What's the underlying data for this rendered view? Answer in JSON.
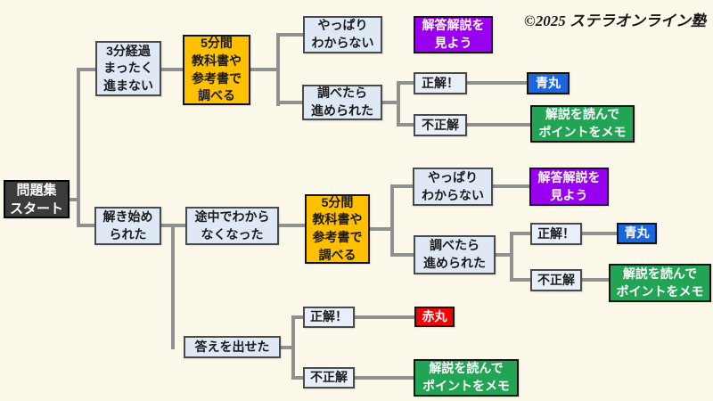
{
  "diagram": {
    "copyright": "©2025 ステラオンライン塾",
    "nodes": {
      "start": {
        "label": "問題集\nスタート"
      },
      "min3": {
        "label": "3分経過\nまったく\n進まない"
      },
      "lookup1": {
        "label": "5分間\n教科書や\n参考書で\n調べる"
      },
      "still1": {
        "label": "やっぱり\nわからない"
      },
      "seeanswer1": {
        "label": "解答解説を\n見よう"
      },
      "progress1": {
        "label": "調べたら\n進められた"
      },
      "correct1": {
        "label": "正解！"
      },
      "bluecircle1": {
        "label": "青丸"
      },
      "incorrect1": {
        "label": "不正解"
      },
      "memo1": {
        "label": "解説を読んで\nポイントをメモ"
      },
      "started": {
        "label": "解き始め\nられた"
      },
      "stuck": {
        "label": "途中でわから\nなくなった"
      },
      "lookup2": {
        "label": "5分間\n教科書や\n参考書で\n調べる"
      },
      "still2": {
        "label": "やっぱり\nわからない"
      },
      "seeanswer2": {
        "label": "解答解説を\n見よう"
      },
      "progress2": {
        "label": "調べたら\n進められた"
      },
      "correct2": {
        "label": "正解！"
      },
      "bluecircle2": {
        "label": "青丸"
      },
      "incorrect2": {
        "label": "不正解"
      },
      "memo2": {
        "label": "解説を読んで\nポイントをメモ"
      },
      "answered": {
        "label": "答えを出せた"
      },
      "correct3": {
        "label": "正解！"
      },
      "redcircle": {
        "label": "赤丸"
      },
      "incorrect3": {
        "label": "不正解"
      },
      "memo3": {
        "label": "解説を読んで\nポイントをメモ"
      }
    },
    "connections": [
      [
        "start",
        "min3"
      ],
      [
        "start",
        "started"
      ],
      [
        "min3",
        "lookup1"
      ],
      [
        "lookup1",
        "still1"
      ],
      [
        "lookup1",
        "progress1"
      ],
      [
        "still1",
        "seeanswer1"
      ],
      [
        "progress1",
        "correct1"
      ],
      [
        "progress1",
        "incorrect1"
      ],
      [
        "correct1",
        "bluecircle1"
      ],
      [
        "incorrect1",
        "memo1"
      ],
      [
        "started",
        "stuck"
      ],
      [
        "started",
        "answered"
      ],
      [
        "stuck",
        "lookup2"
      ],
      [
        "lookup2",
        "still2"
      ],
      [
        "lookup2",
        "progress2"
      ],
      [
        "still2",
        "seeanswer2"
      ],
      [
        "progress2",
        "correct2"
      ],
      [
        "progress2",
        "incorrect2"
      ],
      [
        "correct2",
        "bluecircle2"
      ],
      [
        "incorrect2",
        "memo2"
      ],
      [
        "answered",
        "correct3"
      ],
      [
        "answered",
        "incorrect3"
      ],
      [
        "correct3",
        "redcircle"
      ],
      [
        "incorrect3",
        "memo3"
      ]
    ],
    "colors": {
      "background": "#FCF8EA",
      "node_light_blue": "#DEE9F5",
      "node_start_dark": "#3B3B3B",
      "accent_orange": "#FFC000",
      "accent_purple": "#9900F0",
      "accent_blue": "#1B66E0",
      "accent_green": "#21A453",
      "accent_red": "#F50000",
      "connector_gray": "#909090"
    }
  }
}
